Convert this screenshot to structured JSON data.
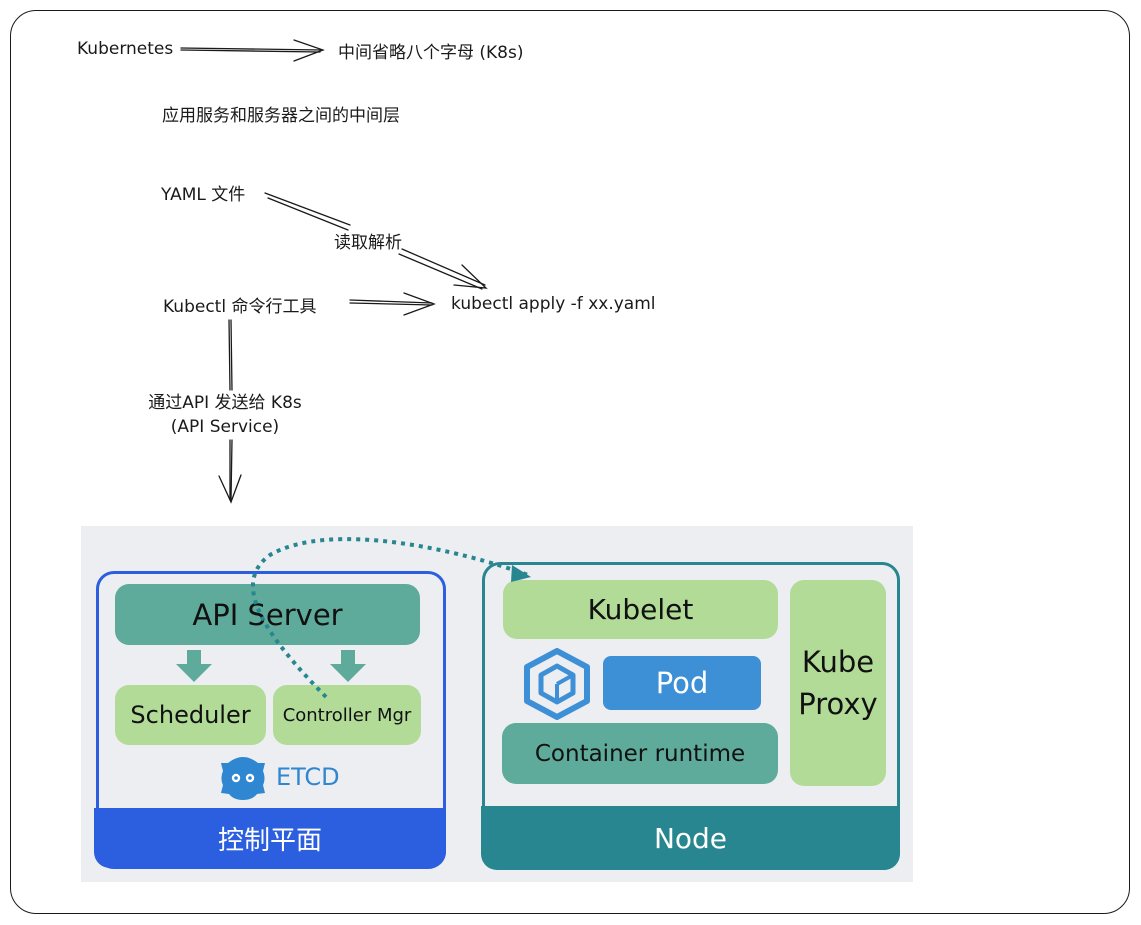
{
  "notes": {
    "kubernetes": "Kubernetes",
    "k8s_meaning": "中间省略八个字母 (K8s)",
    "middle_layer": "应用服务和服务器之间的中间层",
    "yaml_file": "YAML 文件",
    "parse": "读取解析",
    "kubectl_tool": "Kubectl  命令行工具",
    "apply_cmd": "kubectl apply -f xx.yaml",
    "send_api_line1": "通过API 发送给 K8s",
    "send_api_line2": "(API Service)"
  },
  "control_plane": {
    "api_server": "API Server",
    "scheduler": "Scheduler",
    "controller_mgr": "Controller Mgr",
    "etcd": "ETCD",
    "footer": "控制平面"
  },
  "node": {
    "kubelet": "Kubelet",
    "pod": "Pod",
    "container_runtime": "Container runtime",
    "kube_proxy": "Kube Proxy",
    "footer": "Node"
  },
  "colors": {
    "control_plane_blue": "#2b5fe0",
    "node_teal": "#27868f",
    "green_light": "#b1db97",
    "green_mid": "#5fab9b",
    "pod_blue": "#3d8fd6",
    "panel_bg": "#eceef1"
  },
  "icons": {
    "down_arrow": "down-arrow-icon",
    "etcd_logo": "etcd-logo-icon",
    "container_logo": "cube-logo-icon"
  }
}
